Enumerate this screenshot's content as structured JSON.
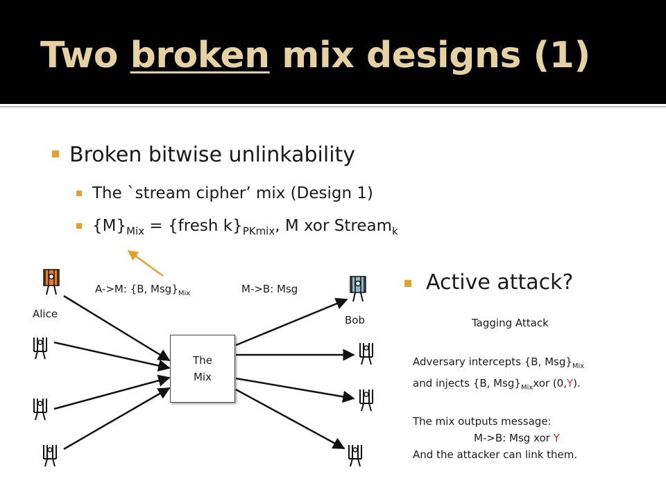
{
  "slide": {
    "title_pre": "Two ",
    "title_under": "broken",
    "title_post": " mix designs (1)"
  },
  "bullets": {
    "b1": "Broken bitwise unlinkability",
    "b2": "The `stream cipher’ mix (Design 1)",
    "b3_a": "{M}",
    "b3_sub1": "Mix",
    "b3_b": " = {fresh k}",
    "b3_sub2": "PKmix",
    "b3_c": ", M xor Stream",
    "b3_sub3": "k",
    "b4": "Active attack?"
  },
  "diagram": {
    "alice": "Alice",
    "bob": "Bob",
    "msg_am_a": "A->M: {B, Msg}",
    "msg_am_sub": "Mix",
    "msg_mb": "M->B: Msg",
    "mix_line1": "The",
    "mix_line2": "Mix",
    "alice_color": "#e8821e",
    "bob_color": "#8fb7c8",
    "arrow_color": "#e4a02a"
  },
  "attack": {
    "heading": "Tagging Attack",
    "l1_a": "Adversary intercepts {B, Msg}",
    "l1_sub": "Mix",
    "l2_a": "and injects {B, Msg}",
    "l2_sub": "Mix",
    "l2_b": "xor  (0,",
    "l2_y": "Y",
    "l2_c": ").",
    "l3": "The mix outputs message:",
    "l4_a": "M->B: Msg xor ",
    "l4_y": "Y",
    "l5": "And the attacker can link them."
  }
}
